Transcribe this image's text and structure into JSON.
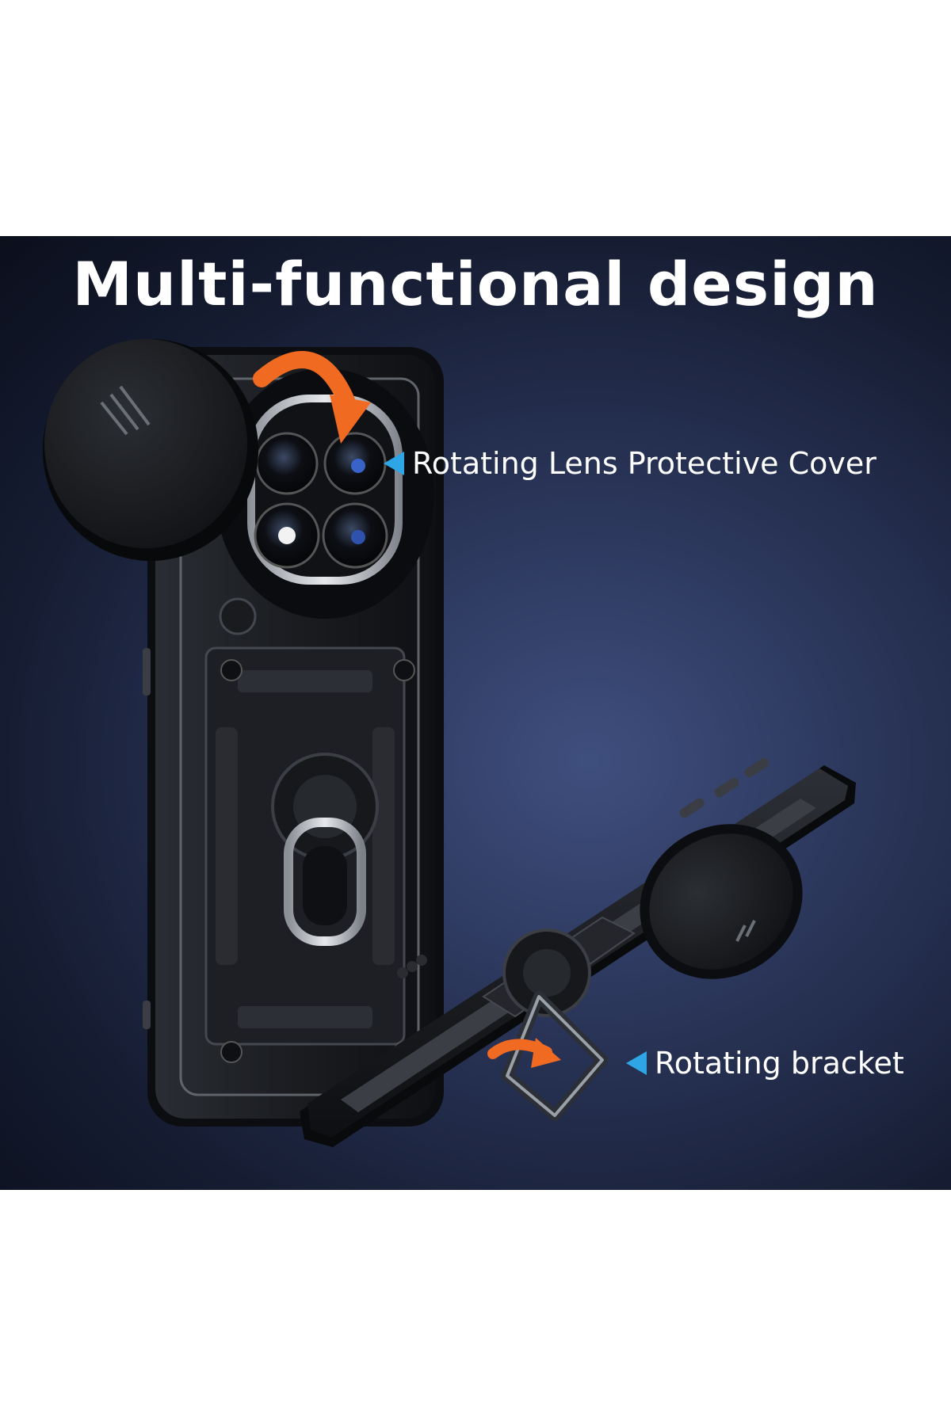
{
  "headline": "Multi-functional design",
  "callouts": {
    "lens_cover": "Rotating Lens Protective Cover",
    "bracket": "Rotating bracket"
  },
  "colors": {
    "background_dark": "#141a2e",
    "background_glow": "#3f4f7e",
    "pointer_blue": "#2ea6e6",
    "arrow_orange": "#f06a22",
    "case_black": "#1b1d21",
    "metal_silver": "#c9ccd2"
  },
  "icons": {
    "pointer": "blue-triangle-pointer-icon",
    "rotate_arrow": "curved-orange-arrow-icon"
  }
}
